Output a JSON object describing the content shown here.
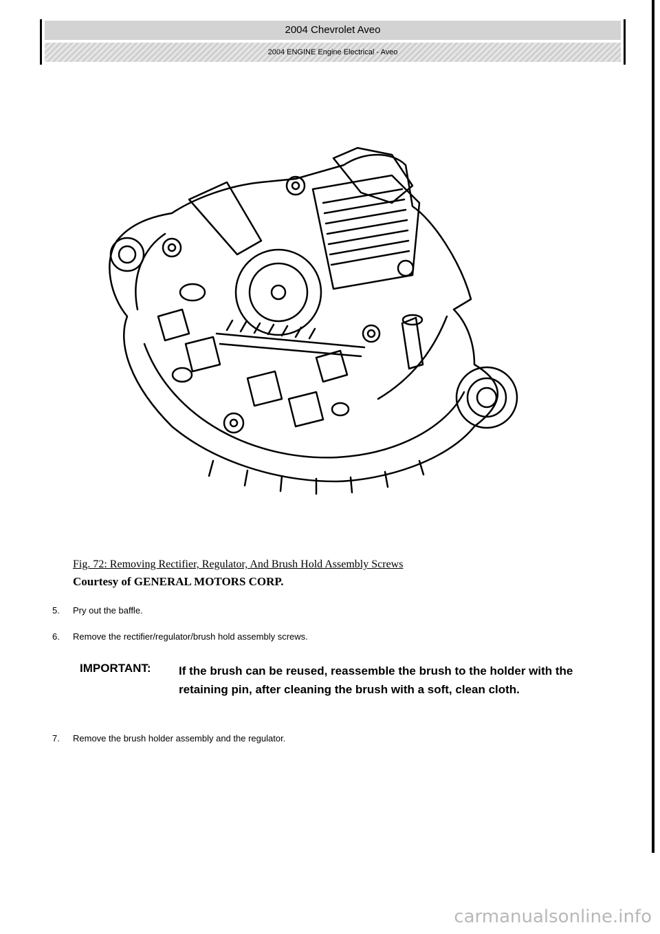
{
  "header": {
    "title": "2004 Chevrolet Aveo",
    "subtitle": "2004 ENGINE Engine Electrical - Aveo"
  },
  "figure": {
    "caption": "Fig. 72: Removing Rectifier, Regulator, And Brush Hold Assembly Screws",
    "courtesy": "Courtesy of GENERAL MOTORS CORP."
  },
  "steps": [
    {
      "number": "5.",
      "text": "Pry out the baffle."
    },
    {
      "number": "6.",
      "text": "Remove the rectifier/regulator/brush hold assembly screws."
    },
    {
      "number": "7.",
      "text": "Remove the brush holder assembly and the regulator."
    }
  ],
  "important": {
    "label": "IMPORTANT:",
    "text": "If the brush can be reused, reassemble the brush to the holder with the retaining pin, after cleaning the brush with a soft, clean cloth."
  },
  "watermark": "carmanualsonline.info"
}
